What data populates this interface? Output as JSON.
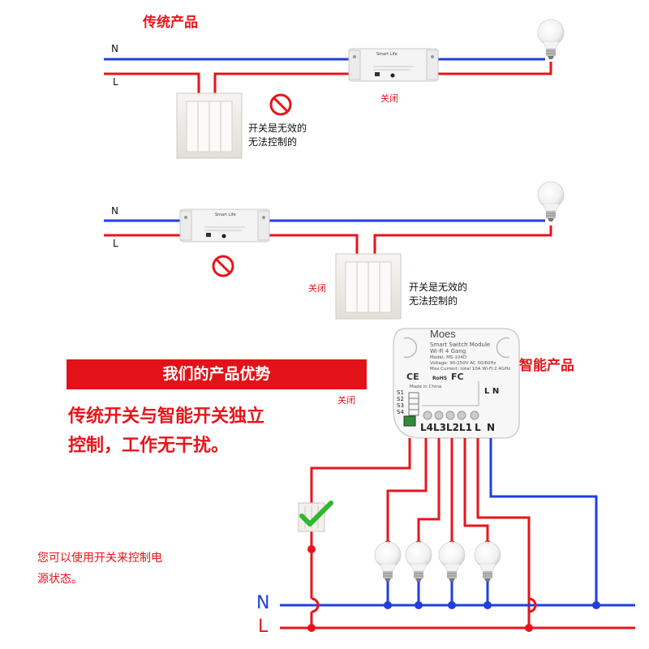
{
  "section_top": {
    "title": "传统产品",
    "wire_n": "N",
    "wire_l": "L",
    "relay_brand": "Smart Life",
    "status_off": "关闭",
    "note_line1": "开关是无效的",
    "note_line2": "无法控制的"
  },
  "section_middle": {
    "wire_n": "N",
    "wire_l": "L",
    "relay_brand": "Smart Life",
    "status_off": "关闭",
    "note_line1": "开关是无效的",
    "note_line2": "无法控制的"
  },
  "section_bottom": {
    "banner": "我们的产品优势",
    "advantage_line1": "传统开关与智能开关独立",
    "advantage_line2": "控制，工作无干扰。",
    "tip_line1": "您可以使用开关来控制电",
    "tip_line2": "源状态。",
    "status_off": "关闭",
    "smart_label": "智能产品",
    "wire_n": "N",
    "wire_l": "L"
  },
  "module": {
    "brand": "Moes",
    "name": "Smart Switch Module",
    "type": "Wi-Fi 4 Gang",
    "model": "Model: MS-104D",
    "voltage": "Voltage: 90-250V AC 50/60Hz",
    "current": "Max Current: total 10A Wi-Fi:2.4GHz",
    "origin": "Made in China",
    "marks": [
      "CE",
      "RoHS",
      "FC"
    ],
    "s_terminals": [
      "S1",
      "S2",
      "S3",
      "S4"
    ],
    "terminals": [
      "L4",
      "L3",
      "L2",
      "L1",
      "L",
      "N"
    ],
    "top_terminals": "L  N"
  },
  "colors": {
    "neutral_wire": "#1f3fe0",
    "live_wire": "#e8141b",
    "accent": "#e21218",
    "check": "#2db82d"
  }
}
